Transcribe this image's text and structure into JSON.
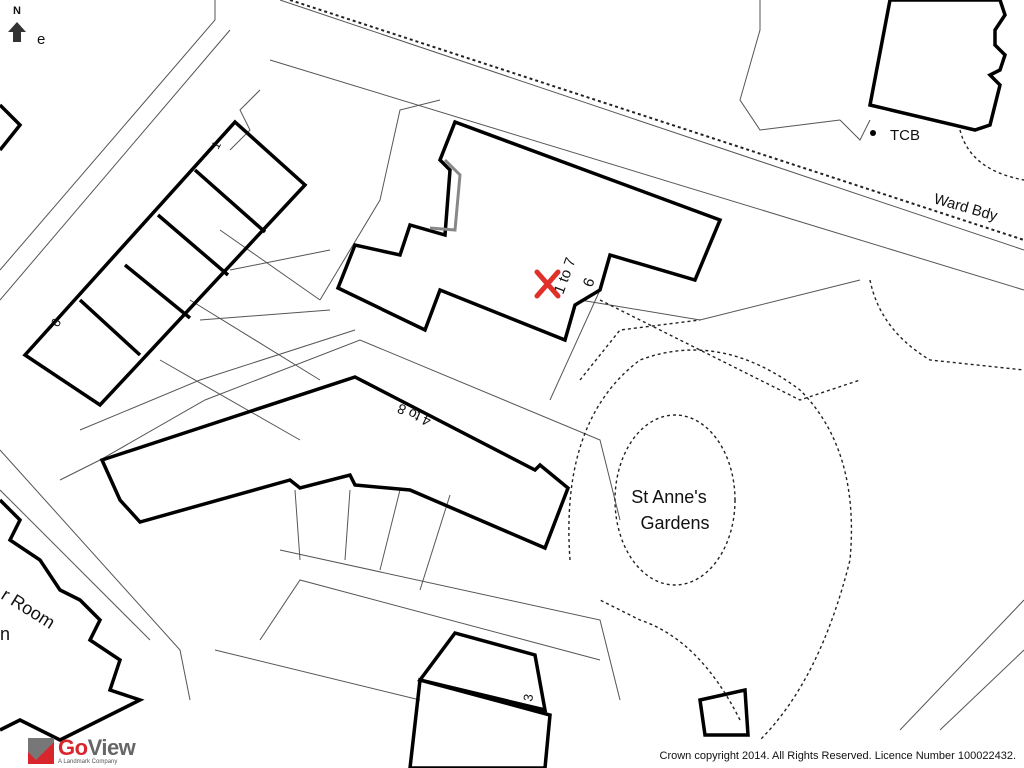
{
  "map": {
    "north_label": "N",
    "edge_label_top_left": "e",
    "labels": {
      "garden": [
        "St Anne's",
        "Gardens"
      ],
      "tcb": "TCB",
      "ward_boundary": "Ward Bdy",
      "block_1_to_7": "1 to 7",
      "block_4_to_8": "4 to 8",
      "number_6_right": "6",
      "number_6_left": "6",
      "number_1": "1",
      "number_3": "3",
      "room_partial": "r Room",
      "partial_n": "n"
    },
    "marker_icon": "red-cross-marker",
    "marker_color": "#e0302a"
  },
  "branding": {
    "logo_go": "Go",
    "logo_view": "View",
    "logo_tagline": "A Landmark Company",
    "brand_color": "#d9262c"
  },
  "copyright": "Crown copyright 2014. All Rights Reserved. Licence Number 100022432."
}
